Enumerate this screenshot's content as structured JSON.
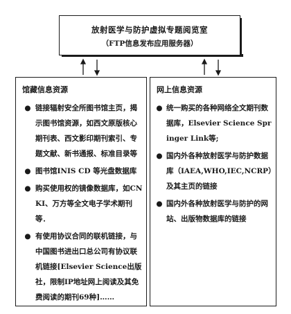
{
  "top": {
    "title": "放射医学与防护虚拟专题阅览室",
    "subtitle": "（FTP信息发布应用服务器）"
  },
  "left": {
    "heading": "馆藏信息资源",
    "items": [
      "链接辐射安全所图书馆主页，揭示图书馆资源，如西文原版核心期刊表、西文影印期刊索引、专题文献、新书通报、标准目录等",
      "图书馆INIS CD 等光盘数据库",
      "购买使用权的镜像数据库，如CNKI、万方等全文电子学术期刊等．",
      "有使用协议合同的联机链接，与中国图书进出口总公司有协议联机链接[Elsevier Science出版社，限制IP地址网上阅读及其免费阅读的期刊69种]……"
    ]
  },
  "right": {
    "heading": "网上信息资源",
    "items": [
      "统一购买的各种网络全文期刊数据库，Elsevier Science Springer Link等;",
      "国内外各种放射医学与防护数据库（IAEA,WHO,IEC,NCRP）及其主页的链接",
      "国内外各种放射医学与防护的网站、出版物数据库的链接"
    ]
  },
  "bullet": "●"
}
